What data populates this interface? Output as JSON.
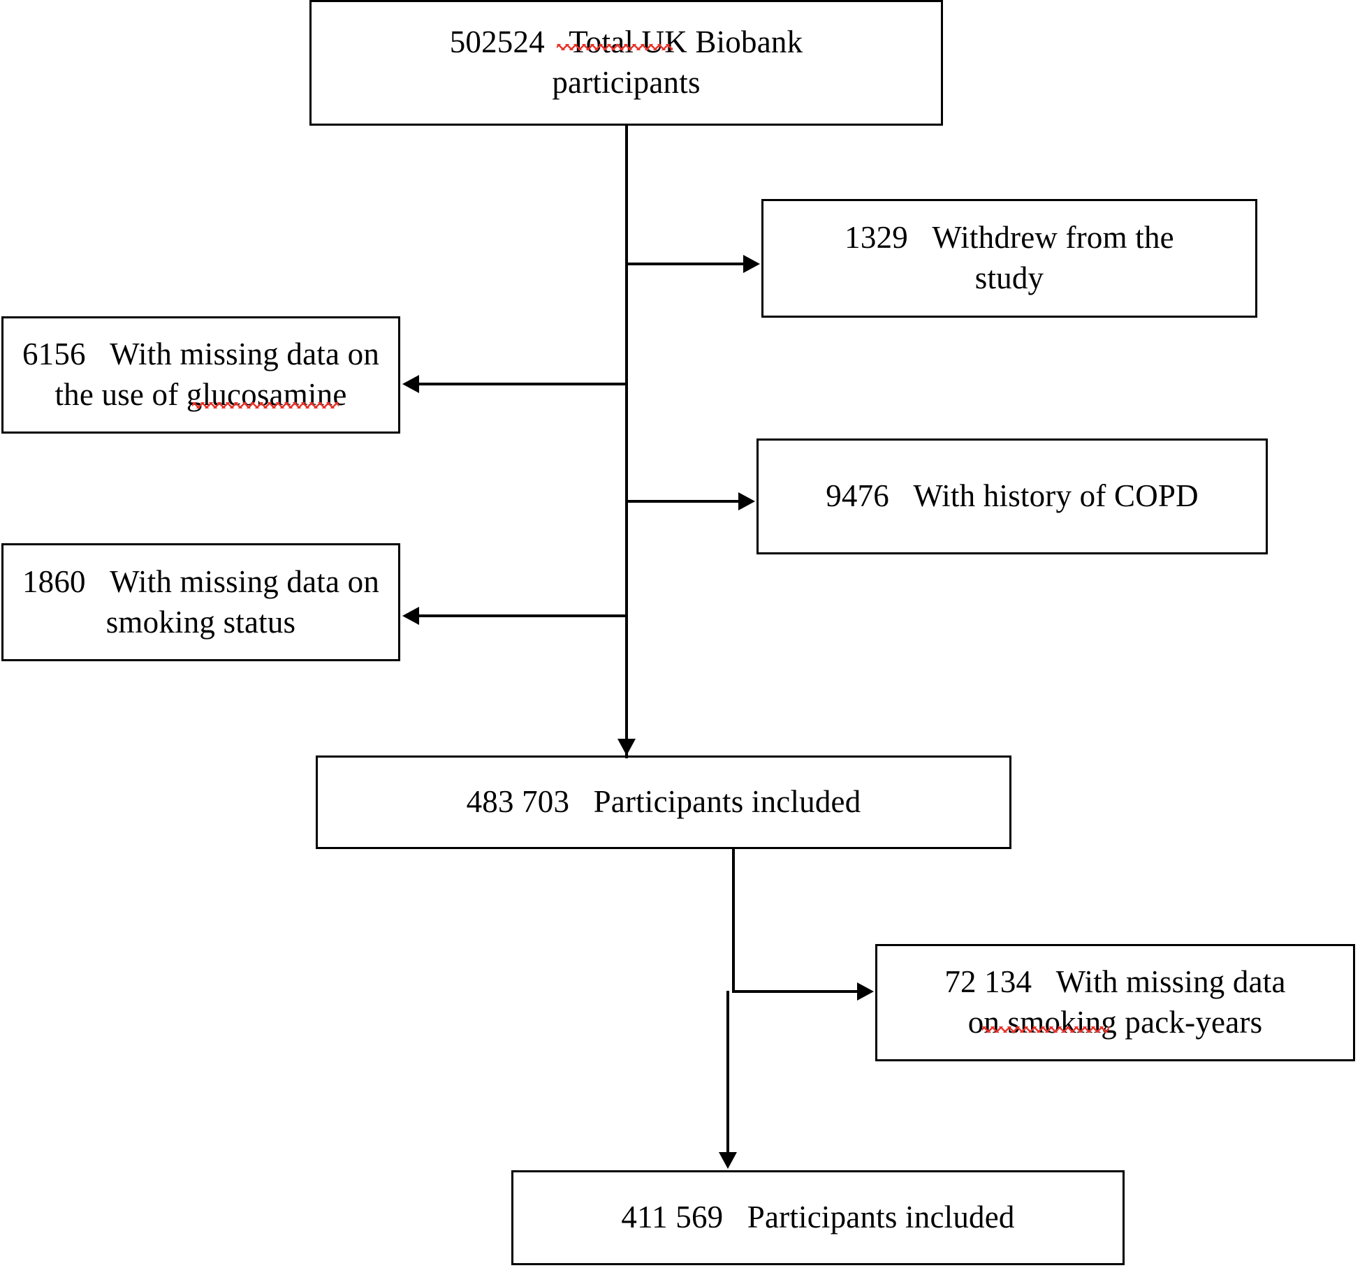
{
  "diagram": {
    "type": "flowchart",
    "title": "UK Biobank participant selection flow",
    "colors": {
      "box_border": "#000000",
      "connector": "#000000",
      "text": "#000000",
      "background": "#ffffff",
      "spellcheck_underline": "#e8332a"
    },
    "nodes": {
      "total": {
        "count": "502524",
        "label": "Total UK Biobank\nparticipants",
        "full_text": "502524   Total UK Biobank participants"
      },
      "withdrew": {
        "count": "1329",
        "label": "Withdrew from the\nstudy",
        "full_text": "1329   Withdrew from the study"
      },
      "missing_glucosamine": {
        "count": "6156",
        "label": "With missing data on\nthe use of glucosamine",
        "full_text": "6156   With missing data on the use of glucosamine"
      },
      "copd_history": {
        "count": "9476",
        "label": "With history of COPD",
        "full_text": "9476   With history of COPD"
      },
      "missing_smoking_status": {
        "count": "1860",
        "label": "With missing data on\nsmoking status",
        "full_text": "1860   With missing data on smoking status"
      },
      "included_first": {
        "count": "483 703",
        "label": "Participants included",
        "full_text": "483 703   Participants included"
      },
      "missing_pack_years": {
        "count": "72 134",
        "label": "With missing data\non smoking pack-years",
        "full_text": "72 134   With missing data on smoking pack-years"
      },
      "included_final": {
        "count": "411 569",
        "label": "Participants included",
        "full_text": "411 569   Participants included"
      }
    },
    "edges": [
      {
        "from": "total",
        "to": "withdrew",
        "direction": "right"
      },
      {
        "from": "total",
        "to": "missing_glucosamine",
        "direction": "left"
      },
      {
        "from": "total",
        "to": "copd_history",
        "direction": "right"
      },
      {
        "from": "total",
        "to": "missing_smoking_status",
        "direction": "left"
      },
      {
        "from": "total",
        "to": "included_first",
        "direction": "down"
      },
      {
        "from": "included_first",
        "to": "missing_pack_years",
        "direction": "right"
      },
      {
        "from": "included_first",
        "to": "included_final",
        "direction": "down"
      }
    ]
  }
}
